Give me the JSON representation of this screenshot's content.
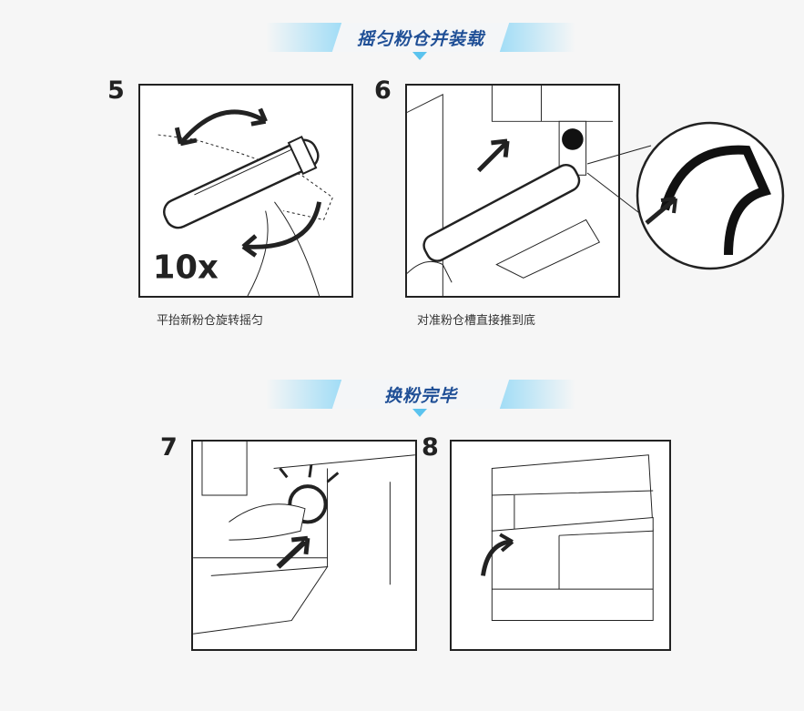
{
  "section1": {
    "title": "摇匀粉仓并装载"
  },
  "section2": {
    "title": "换粉完毕"
  },
  "steps": [
    {
      "number": "5",
      "caption": "平抬新粉仓旋转摇匀",
      "label": "10x"
    },
    {
      "number": "6",
      "caption": "对准粉仓槽直接推到底"
    },
    {
      "number": "7"
    },
    {
      "number": "8"
    }
  ],
  "colors": {
    "banner_text": "#1f4f96",
    "banner_accent": "#5bc3ee"
  }
}
